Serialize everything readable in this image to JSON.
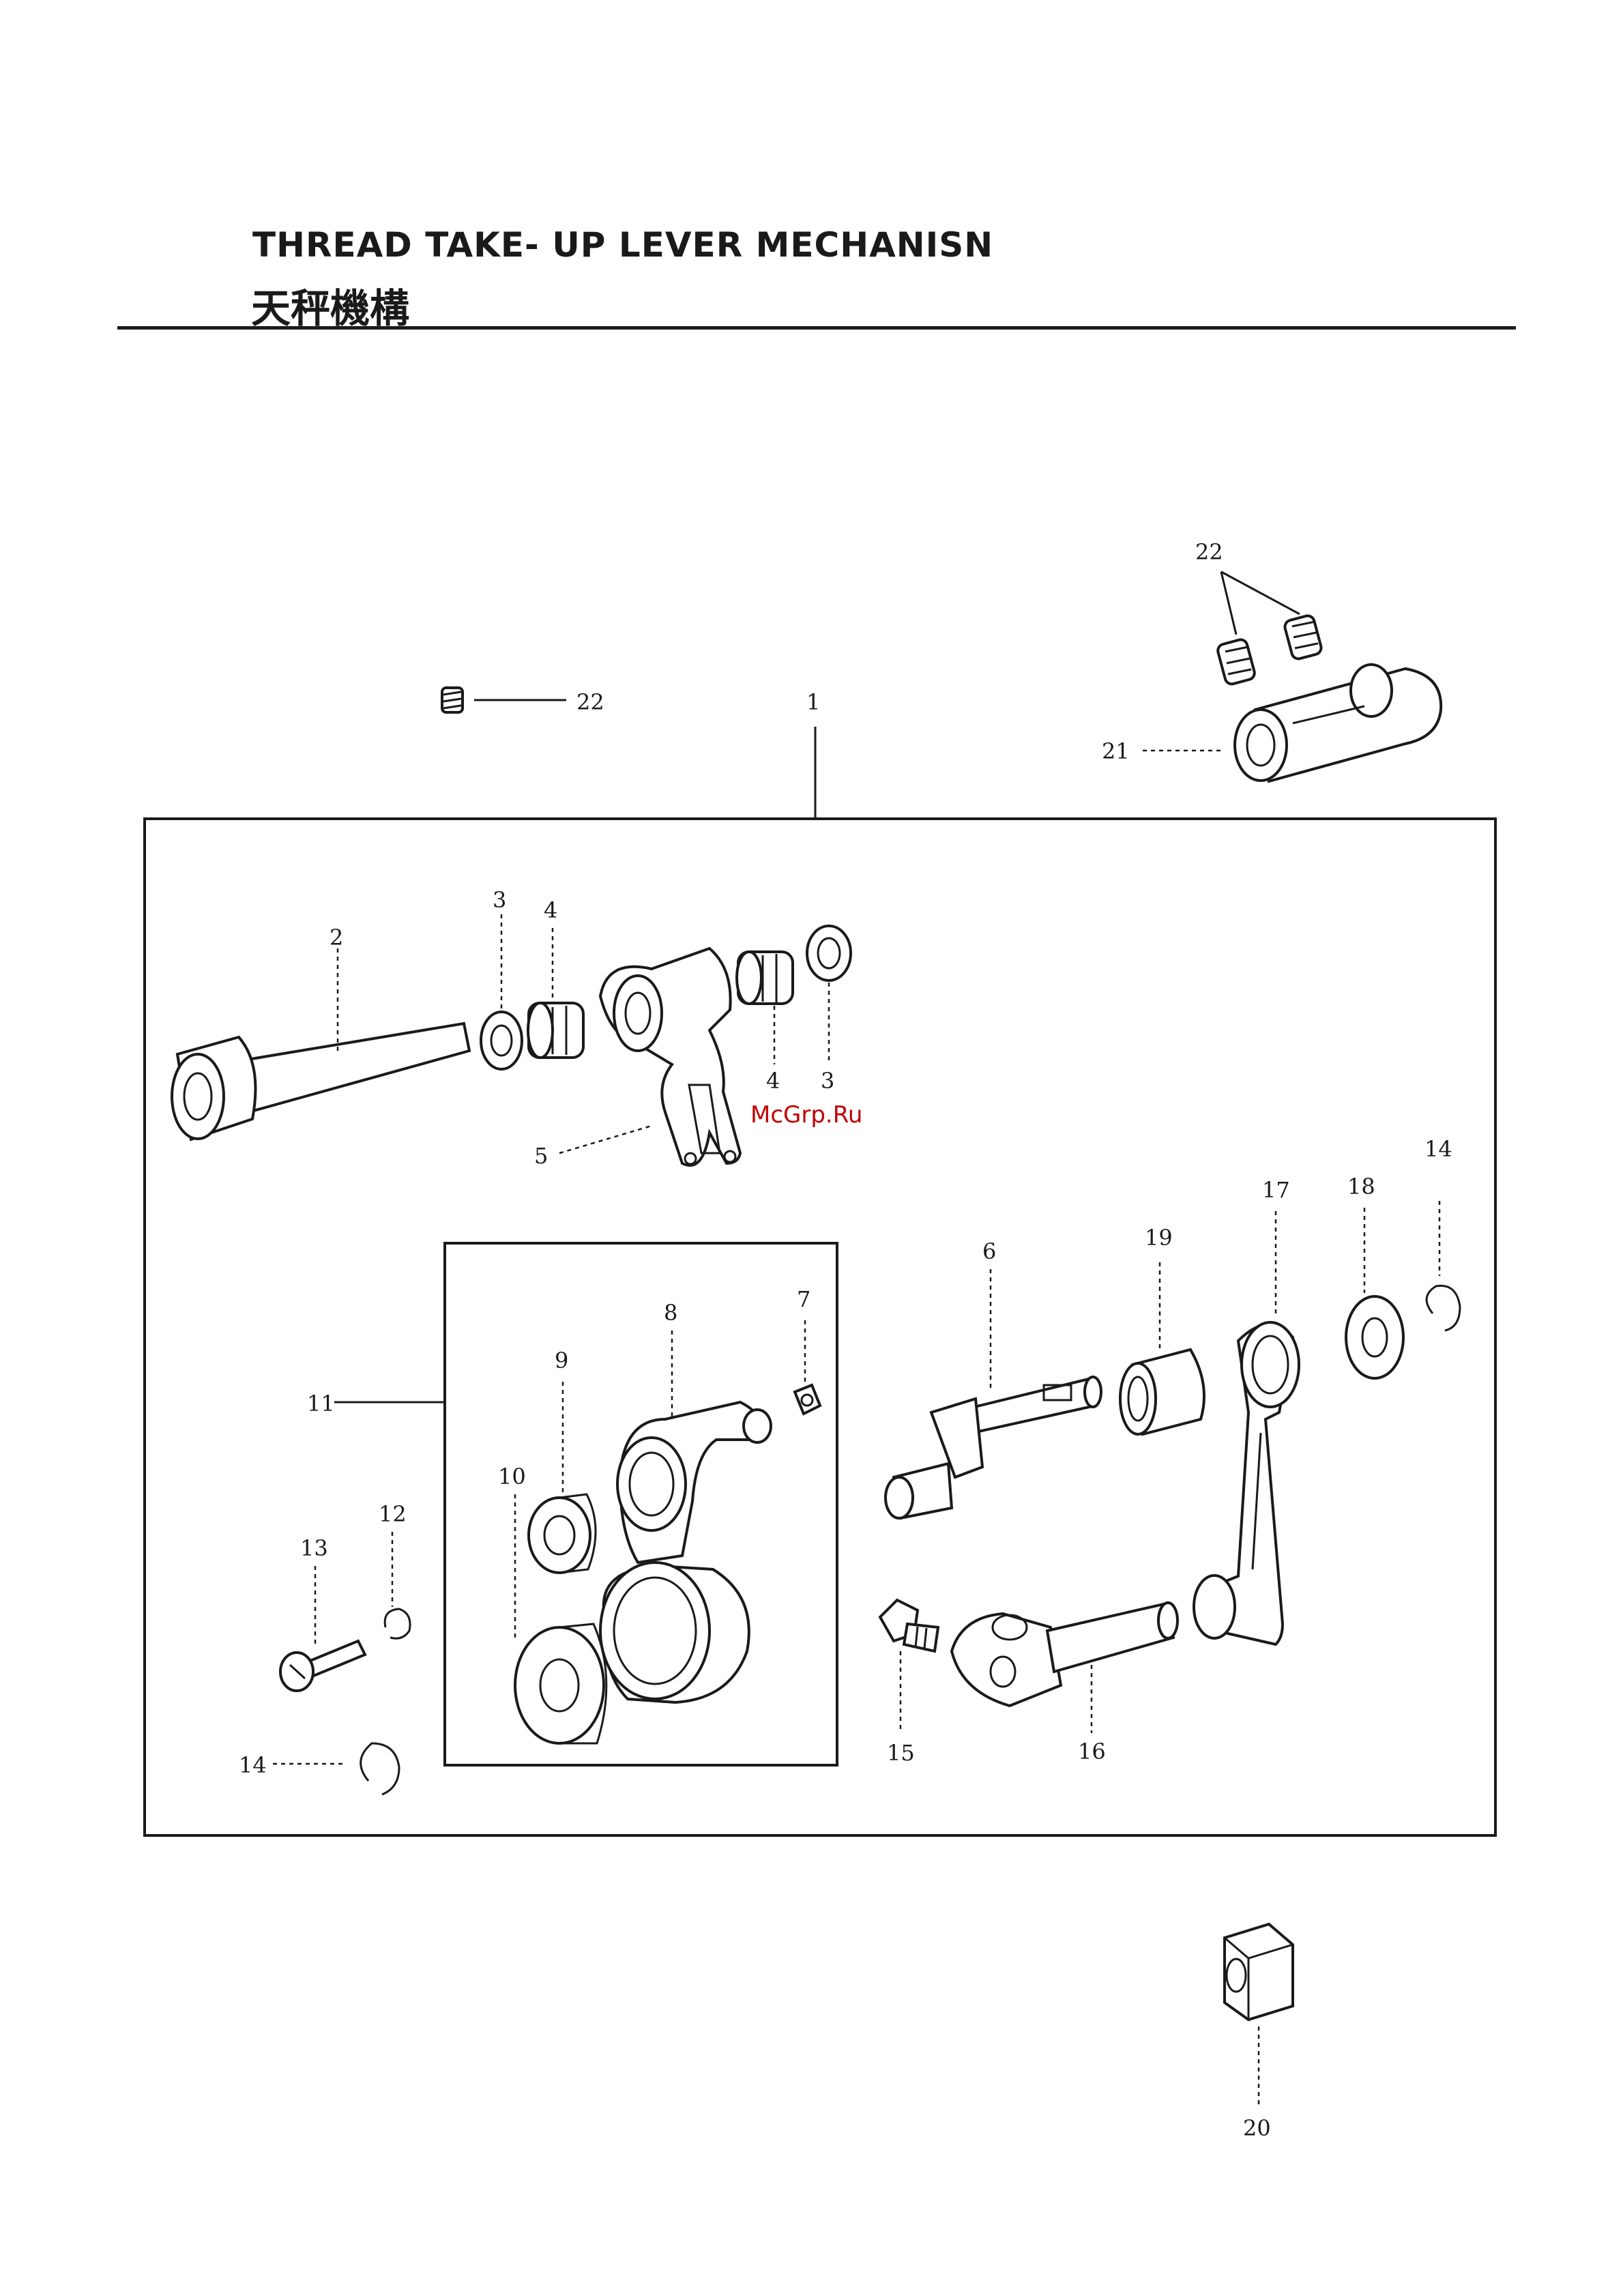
{
  "title": {
    "english": "THREAD TAKE- UP LEVER MECHANISN",
    "chinese": "天秤機構"
  },
  "watermark": "McGrp.Ru",
  "callouts": [
    {
      "id": "c22a",
      "label": "22"
    },
    {
      "id": "c22b",
      "label": "22"
    },
    {
      "id": "c21",
      "label": "21"
    },
    {
      "id": "c1",
      "label": "1"
    },
    {
      "id": "c2",
      "label": "2"
    },
    {
      "id": "c3a",
      "label": "3"
    },
    {
      "id": "c4a",
      "label": "4"
    },
    {
      "id": "c4b",
      "label": "4"
    },
    {
      "id": "c3b",
      "label": "3"
    },
    {
      "id": "c5",
      "label": "5"
    },
    {
      "id": "c6",
      "label": "6"
    },
    {
      "id": "c19",
      "label": "19"
    },
    {
      "id": "c17",
      "label": "17"
    },
    {
      "id": "c18",
      "label": "18"
    },
    {
      "id": "c14a",
      "label": "14"
    },
    {
      "id": "c7",
      "label": "7"
    },
    {
      "id": "c8",
      "label": "8"
    },
    {
      "id": "c9",
      "label": "9"
    },
    {
      "id": "c11",
      "label": "11"
    },
    {
      "id": "c10",
      "label": "10"
    },
    {
      "id": "c12",
      "label": "12"
    },
    {
      "id": "c13",
      "label": "13"
    },
    {
      "id": "c14b",
      "label": "14"
    },
    {
      "id": "c15",
      "label": "15"
    },
    {
      "id": "c16",
      "label": "16"
    },
    {
      "id": "c20",
      "label": "20"
    }
  ]
}
